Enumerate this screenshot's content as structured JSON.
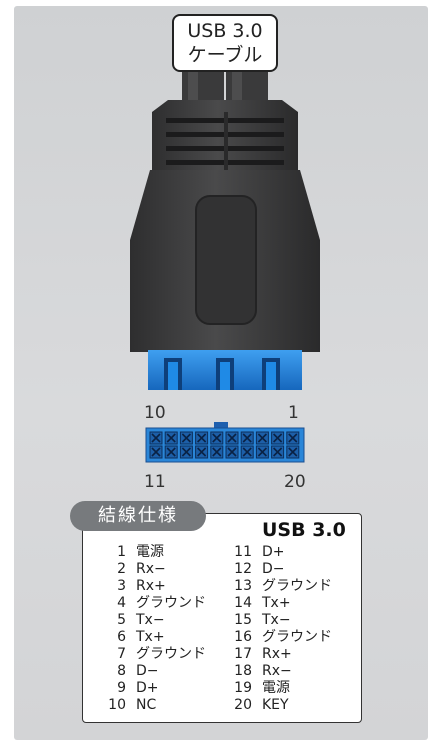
{
  "cable": {
    "line1": "USB 3.0",
    "line2": "ケーブル"
  },
  "header_labels": {
    "top_left": "10",
    "top_right": "1",
    "bottom_left": "11",
    "bottom_right": "20"
  },
  "spec": {
    "title": "結線仕様",
    "subtitle": "USB 3.0",
    "pins_left": [
      {
        "num": "1",
        "signal": "電源"
      },
      {
        "num": "2",
        "signal": "Rx−"
      },
      {
        "num": "3",
        "signal": "Rx+"
      },
      {
        "num": "4",
        "signal": "グラウンド"
      },
      {
        "num": "5",
        "signal": "Tx−"
      },
      {
        "num": "6",
        "signal": "Tx+"
      },
      {
        "num": "7",
        "signal": "グラウンド"
      },
      {
        "num": "8",
        "signal": "D−"
      },
      {
        "num": "9",
        "signal": "D+"
      },
      {
        "num": "10",
        "signal": "NC"
      }
    ],
    "pins_right": [
      {
        "num": "11",
        "signal": "D+"
      },
      {
        "num": "12",
        "signal": "D−"
      },
      {
        "num": "13",
        "signal": "グラウンド"
      },
      {
        "num": "14",
        "signal": "Tx+"
      },
      {
        "num": "15",
        "signal": "Tx−"
      },
      {
        "num": "16",
        "signal": "グラウンド"
      },
      {
        "num": "17",
        "signal": "Rx+"
      },
      {
        "num": "18",
        "signal": "Rx−"
      },
      {
        "num": "19",
        "signal": "電源"
      },
      {
        "num": "20",
        "signal": "KEY"
      }
    ]
  },
  "colors": {
    "connector_body": "#3f3f40",
    "connector_tip": "#1e7fd6",
    "header_blue": "#2a86d8"
  }
}
